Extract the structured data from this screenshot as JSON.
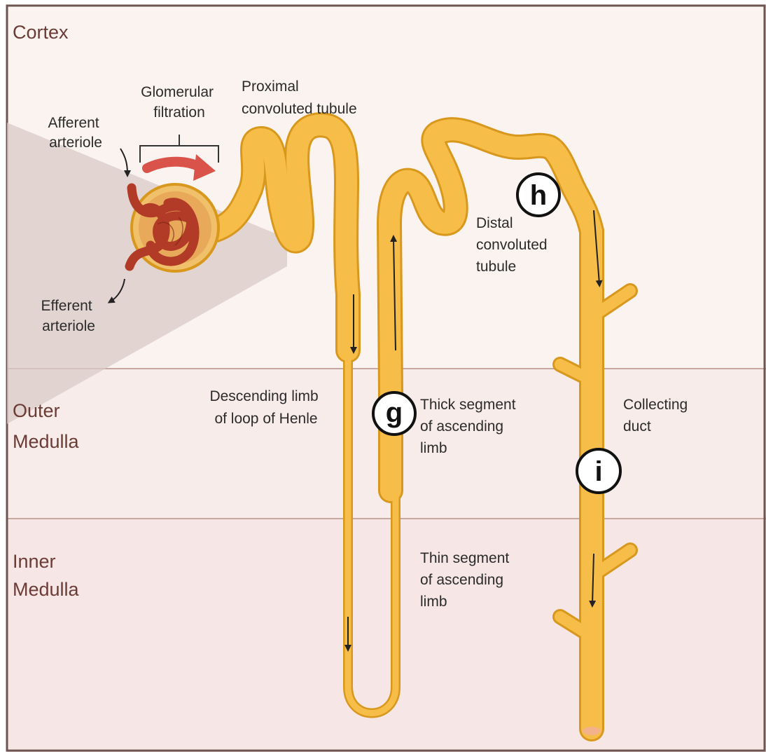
{
  "zones": {
    "cortex": "Cortex",
    "outer_medulla": [
      "Outer",
      "Medulla"
    ],
    "inner_medulla": [
      "Inner",
      "Medulla"
    ]
  },
  "labels": {
    "glomerular_filtration": [
      "Glomerular",
      "filtration"
    ],
    "afferent_arteriole": [
      "Afferent",
      "arteriole"
    ],
    "efferent_arteriole": [
      "Efferent",
      "arteriole"
    ],
    "proximal_tubule": [
      "Proximal",
      "convoluted tubule"
    ],
    "distal_tubule": [
      "Distal",
      "convoluted",
      "tubule"
    ],
    "descending_limb": [
      "Descending limb",
      "of loop of Henle"
    ],
    "thick_ascending": [
      "Thick segment",
      "of ascending",
      "limb"
    ],
    "thin_ascending": [
      "Thin segment",
      "of ascending",
      "limb"
    ],
    "collecting_duct": [
      "Collecting",
      "duct"
    ]
  },
  "markers": {
    "g": "g",
    "h": "h",
    "i": "i"
  },
  "colors": {
    "cortex_bg": "#fbf3ef",
    "outer_medulla_bg": "#f8ecea",
    "inner_medulla_bg": "#f6e6e6",
    "tubule_fill": "#f6bd48",
    "tubule_outline": "#d8981d",
    "vessel": "#b23b27",
    "arrow_red": "#d9534a",
    "boundary": "#c7a9a2"
  }
}
